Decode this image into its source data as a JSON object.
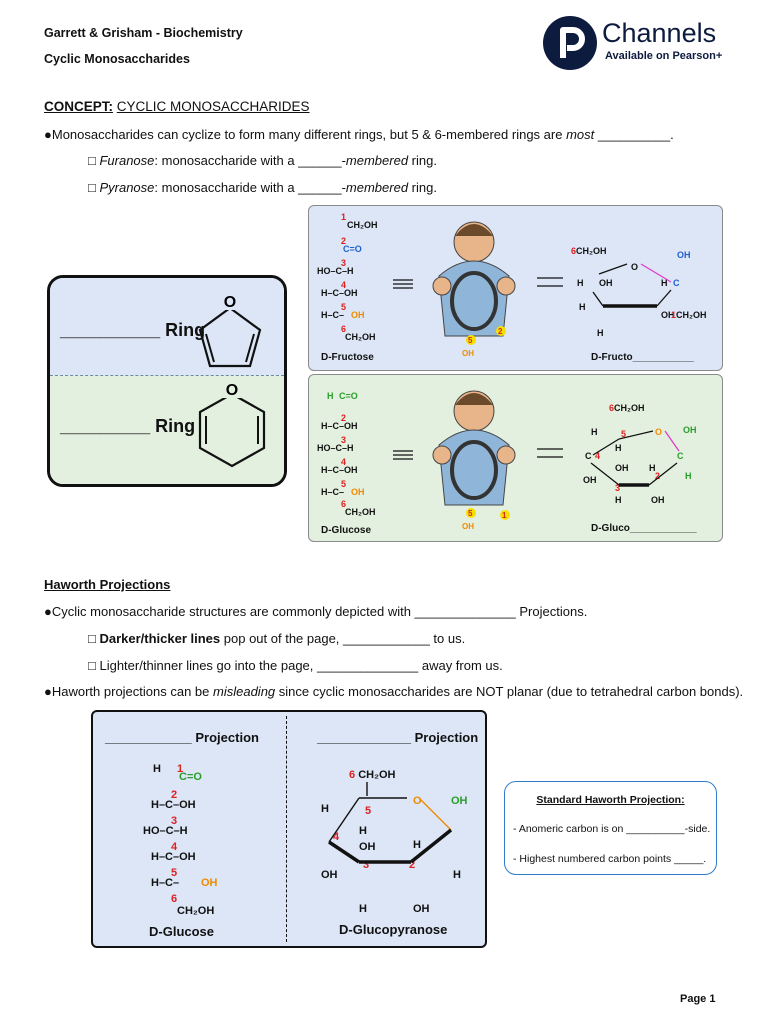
{
  "header": {
    "course": "Garrett & Grisham - Biochemistry",
    "topic": "Cyclic Monosaccharides",
    "brand": "Channels",
    "brand_sub": "Available on Pearson+"
  },
  "concept": {
    "label": "CONCEPT:",
    "title": "CYCLIC MONOSACCHARIDES",
    "bullet1_pre": "Monosaccharides can cyclize to form many different rings, but 5 & 6-membered rings are ",
    "bullet1_em": "most",
    "bullet1_blank": " __________.",
    "fur_term": "Furanose",
    "fur_rest": ": monosaccharide with a ______-",
    "fur_em": "membered",
    "fur_end": " ring.",
    "pyr_term": "Pyranose",
    "pyr_rest": ": monosaccharide with a ______-",
    "pyr_em": "membered",
    "pyr_end": " ring."
  },
  "ring_box": {
    "top_blank": "__________",
    "top_word": "Ring",
    "bottom_blank": "_________",
    "bottom_word": "Ring",
    "o": "O"
  },
  "fructose_panel": {
    "caption_left": "D-Fructose",
    "caption_right": "D-Fructo___________"
  },
  "glucose_panel": {
    "caption_left": "D-Glucose",
    "caption_right": "D-Gluco____________"
  },
  "haworth": {
    "heading": "Haworth Projections",
    "b1_pre": "Cyclic monosaccharide structures are commonly depicted with ______________ Projections.",
    "b2_bold": "Darker/thicker lines",
    "b2_rest": " pop out of the page, ____________ to us.",
    "b3": "Lighter/thinner lines go into the page, ______________ away from us.",
    "b4_pre": "Haworth projections can be ",
    "b4_em": "misleading",
    "b4_rest": " since cyclic monosaccharides are NOT planar (due to tetrahedral carbon bonds)."
  },
  "projection_box": {
    "left_blank": "____________",
    "left_word": "Projection",
    "right_blank": "_____________",
    "right_word": "Projection",
    "left_caption": "D-Glucose",
    "right_caption": "D-Glucopyranose"
  },
  "standard_box": {
    "title": "Standard Haworth Projection:",
    "line1": "- Anomeric carbon is on __________-side.",
    "line2": "- Highest numbered carbon points _____."
  },
  "footer": {
    "page": "Page 1"
  }
}
